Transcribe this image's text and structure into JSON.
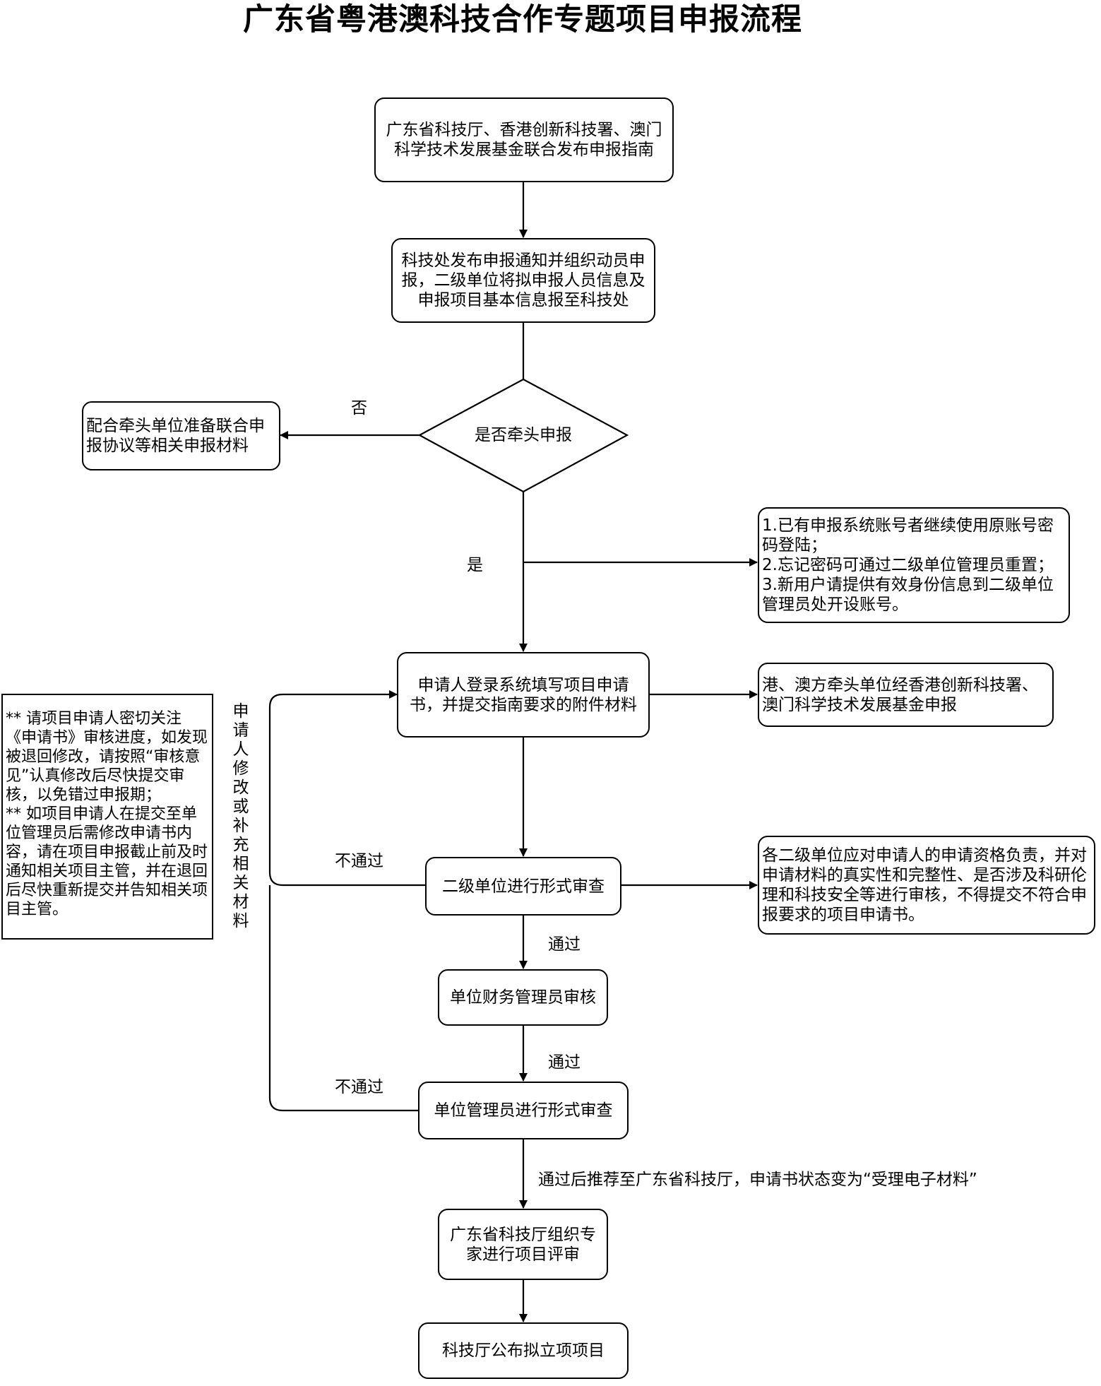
{
  "title": "广东省粤港澳科技合作专题项目申报流程",
  "nodes": {
    "publish_guide": "广东省科技厅、香港创新科技署、澳门科学技术发展基金联合发布申报指南",
    "dept_notice": "科技处发布申报通知并组织动员申报，二级单位将拟申报人员信息及申报项目基本信息报至科技处",
    "decision_lead": "是否牵头申报",
    "prepare_agreement": "配合牵头单位准备联合申报协议等相关申报材料",
    "account_info": "1.已有申报系统账号者继续使用原账号密码登陆；\n2.忘记密码可通过二级单位管理员重置；\n3.新用户请提供有效身份信息到二级单位管理员处开设账号。",
    "fill_application": "申请人登录系统填写项目申请书，并提交指南要求的附件材料",
    "hk_macau_apply": "港、澳方牵头单位经香港创新科技署、澳门科学技术发展基金申报",
    "formal_review_dept": "二级单位进行形式审查",
    "dept_responsibility": "各二级单位应对申请人的申请资格负责，并对申请材料的真实性和完整性、是否涉及科研伦理和科技安全等进行审核，不得提交不符合申报要求的项目申请书。",
    "finance_review": "单位财务管理员审核",
    "admin_review": "单位管理员进行形式审查",
    "expert_review": "广东省科技厅组织专家进行项目评审",
    "publish_projects": "科技厅公布拟立项项目"
  },
  "edge_labels": {
    "no": "否",
    "yes": "是",
    "fail_1": "不通过",
    "fail_2": "不通过",
    "pass_1": "通过",
    "pass_2": "通过",
    "recommend": "通过后推荐至广东省科技厅，申请书状态变为“受理电子材料”",
    "revise_loop": "申请人修改或补充相关材料"
  },
  "side_note": "** 请项目申请人密切关注《申请书》审核进度，如发现被退回修改，请按照“审核意见”认真修改后尽快提交审核，以免错过申报期；\n** 如项目申请人在提交至单位管理员后需修改申请书内容，请在项目申报截止前及时通知相关项目主管，并在退回后尽快重新提交并告知相关项目主管。"
}
